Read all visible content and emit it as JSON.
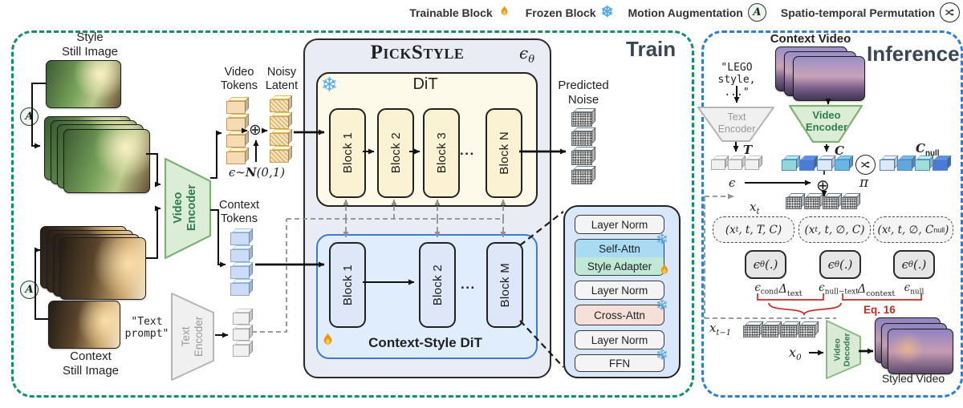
{
  "legend": {
    "aug_letter": "A",
    "items": [
      {
        "label": "Trainable Block",
        "icon": "flame-icon"
      },
      {
        "label": "Frozen Block",
        "icon": "snowflake-icon"
      },
      {
        "label": "Motion Augmentation",
        "icon": "motion-augmentation-icon"
      },
      {
        "label": "Spatio-temporal Permutation",
        "icon": "permutation-icon"
      }
    ]
  },
  "train": {
    "panel_label": "Train",
    "style_input": {
      "line1": "Style",
      "line2": "Still Image"
    },
    "context_input": {
      "line1": "Context",
      "line2": "Still Image"
    },
    "video_encoder_line1": "Video",
    "video_encoder_line2": "Encoder",
    "text_encoder_line1": "Text",
    "text_encoder_line2": "Encoder",
    "video_tokens_line1": "Video",
    "video_tokens_line2": "Tokens",
    "noisy_latent_line1": "Noisy",
    "noisy_latent_line2": "Latent",
    "context_tokens_line1": "Context",
    "context_tokens_line2": "Tokens",
    "noise_dist": {
      "pre": "ϵ∼",
      "script": "N",
      "post": "(0,1)"
    },
    "plus": "⊕",
    "text_prompt_line1": "\"Text",
    "text_prompt_line2": "prompt\"",
    "pickstyle_title": "PickStyle",
    "eps_theta": {
      "base": "ϵ",
      "sub": "θ"
    },
    "dit": {
      "title": "DiT",
      "blocks": [
        "Block 1",
        "Block 2",
        "Block 3"
      ],
      "ellipsis": "...",
      "last_block": "Block N"
    },
    "cs_dit": {
      "title": "Context-Style DiT",
      "block1": "Block 1",
      "block2": "Block 2",
      "ellipsis": "...",
      "last_block": "Block M"
    },
    "predicted_noise_line1": "Predicted",
    "predicted_noise_line2": "Noise",
    "detail_layers": {
      "ln1": "Layer Norm",
      "self_attn": "Self-Attn",
      "style_adapter": "Style Adapter",
      "ln2": "Layer Norm",
      "cross_attn": "Cross-Attn",
      "ln3": "Layer Norm",
      "ffn": "FFN"
    }
  },
  "inference": {
    "panel_label": "Inference",
    "context_video_label": "Context Video",
    "prompt_line1": "\"LEGO style,",
    "prompt_line2": "...\"",
    "text_encoder_line1": "Text",
    "text_encoder_line2": "Encoder",
    "video_encoder_line1": "Video",
    "video_encoder_line2": "Encoder",
    "t_label": "T",
    "c_label": "C",
    "c_null_label": {
      "base": "C",
      "sub": "null"
    },
    "pi_label": "π",
    "eps_label": "ϵ",
    "plus": "⊕",
    "x_t": {
      "base": "x",
      "sub": "t"
    },
    "tuple1": {
      "a": "(x",
      "sub": "t",
      "b": ", t, T, C)"
    },
    "tuple2": {
      "a": "(x",
      "sub": "t",
      "b": ", t, ∅, C)"
    },
    "tuple3": {
      "a": "(x",
      "sub": "t",
      "b": ", t, ∅, C",
      "sub2": "null",
      "c": ")"
    },
    "eps_theta_fn": {
      "base": "ϵ",
      "sub": "θ",
      "post": "(.)"
    },
    "out_cond": {
      "base": "ϵ",
      "sub": "cond"
    },
    "out_null_text": {
      "base": "ϵ",
      "sub": "null−text"
    },
    "out_null": {
      "base": "ϵ",
      "sub": "null"
    },
    "delta_text": {
      "base": "Δ",
      "sub": "text"
    },
    "delta_context": {
      "base": "Δ",
      "sub": "context"
    },
    "eq_label": "Eq. 16",
    "x_prev": {
      "base": "x",
      "sub": "t−1"
    },
    "x0": {
      "base": "x",
      "sub": "0"
    },
    "video_decoder_line1": "Video",
    "video_decoder_line2": "Decoder",
    "styled_video_label": "Styled Video",
    "cube_colors": {
      "c_row": [
        "#8ED8DA",
        "#4A7BD9",
        "#DCEAF8",
        "#66B8E4"
      ],
      "c_null_row": [
        "#DCEAF8",
        "#5FA8DE",
        "#9FDFD9",
        "#4A7BD9"
      ]
    }
  },
  "colors": {
    "train_border": "#119168",
    "inference_border": "#2E7CE0",
    "annotation_red": "#C52B20"
  }
}
